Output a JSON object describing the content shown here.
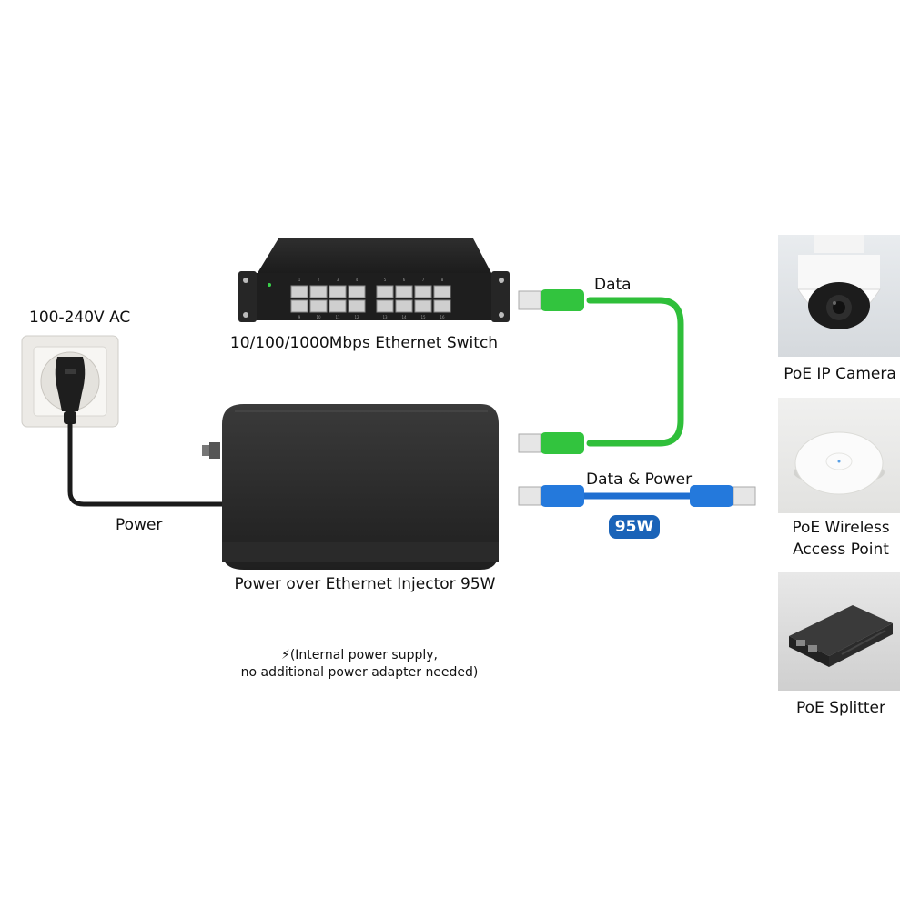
{
  "labels": {
    "ac_source": "100-240V AC",
    "switch": "10/100/1000Mbps Ethernet Switch",
    "power_cable": "Power",
    "injector": "Power over Ethernet Injector 95W",
    "data_cable": "Data",
    "data_power_cable": "Data & Power",
    "wattage_badge": "95W"
  },
  "note": {
    "icon": "lightning-bolt-icon",
    "line1": "(Internal power supply,",
    "line2": "no additional power adapter needed)"
  },
  "devices": [
    {
      "name": "PoE IP Camera",
      "icon": "dome-camera-icon"
    },
    {
      "name_line1": "PoE Wireless",
      "name_line2": "Access Point",
      "icon": "ceiling-access-point-icon"
    },
    {
      "name": "PoE Splitter",
      "icon": "poe-splitter-icon"
    }
  ],
  "switch_ports": {
    "top": [
      "1",
      "2",
      "3",
      "4",
      "5",
      "6",
      "7",
      "8"
    ],
    "bottom": [
      "9",
      "10",
      "11",
      "12",
      "13",
      "14",
      "15",
      "16"
    ]
  },
  "colors": {
    "data_cable": "#2fbf3a",
    "data_power_cable": "#1f6fd1",
    "badge": "#1a63b8",
    "device_body": "#2b2b2b"
  }
}
